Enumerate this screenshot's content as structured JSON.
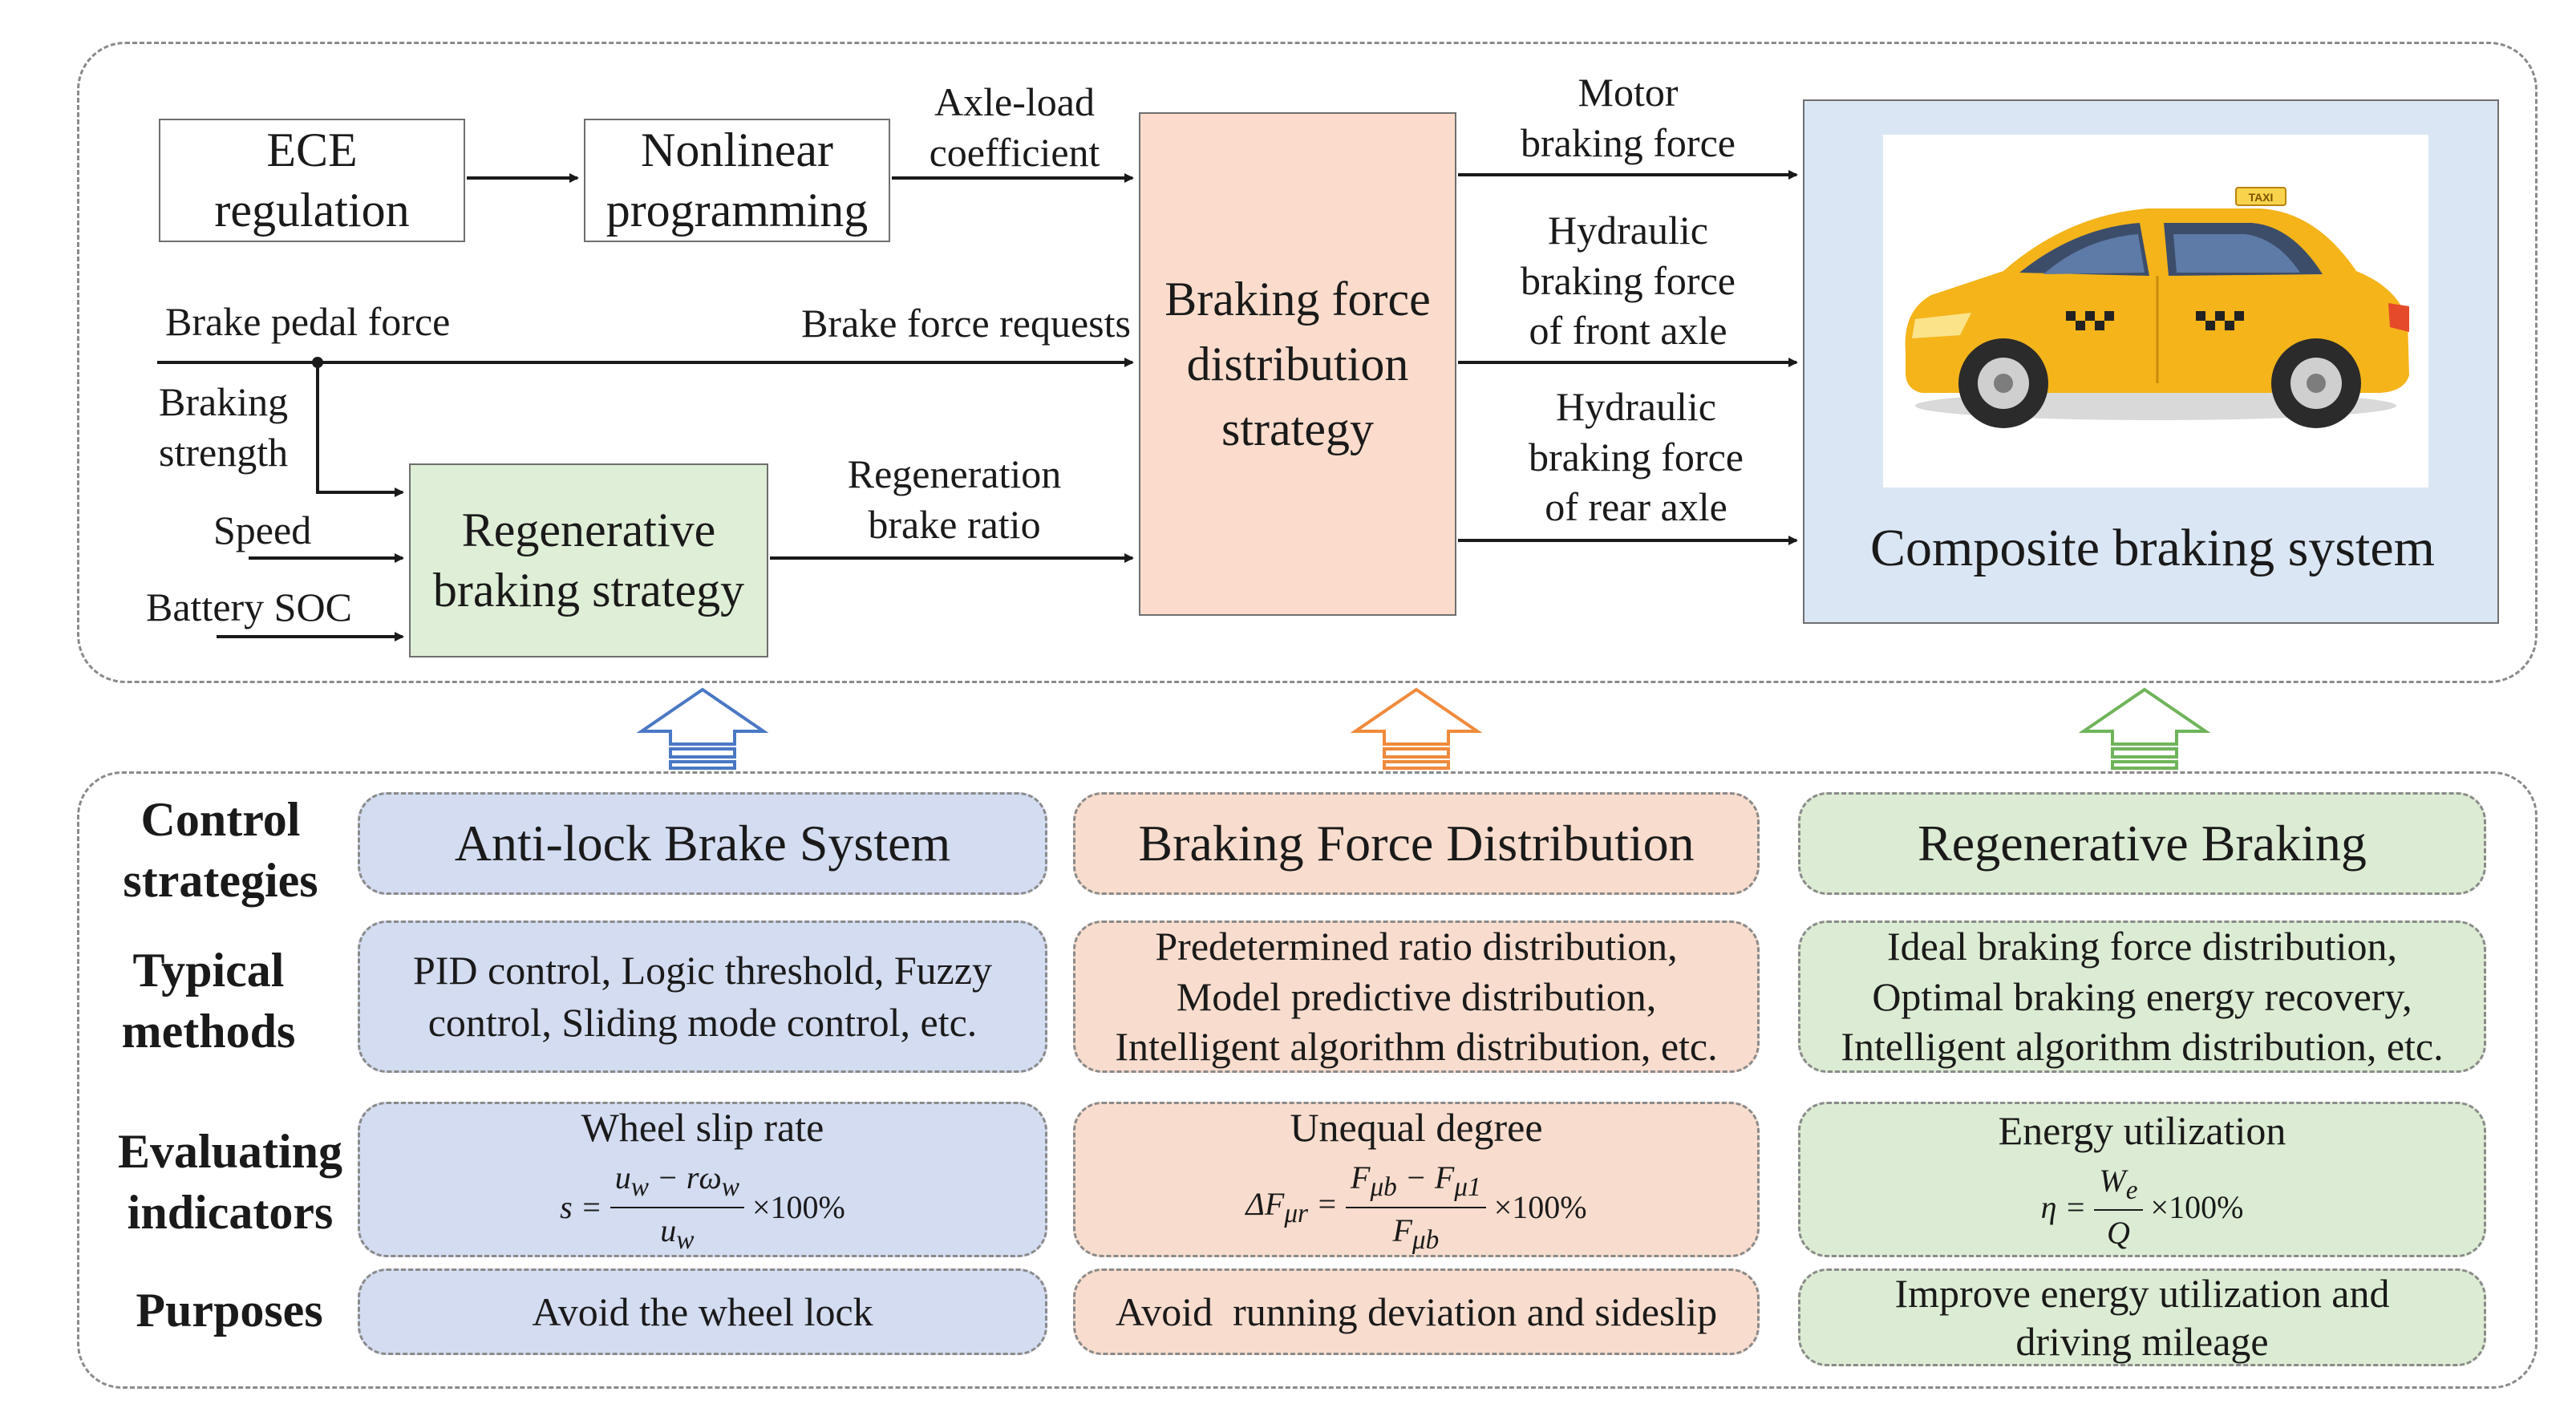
{
  "top": {
    "ece": [
      "ECE",
      "regulation"
    ],
    "nonlinear": [
      "Nonlinear",
      "programming"
    ],
    "axle_load": [
      "Axle-load",
      "coefficient"
    ],
    "brake_pedal": "Brake pedal force",
    "brake_requests": "Brake force requests",
    "braking_strength": [
      "Braking",
      "strength"
    ],
    "speed": "Speed",
    "battery_soc": "Battery SOC",
    "regen_strategy": [
      "Regenerative",
      "braking strategy"
    ],
    "regen_ratio": [
      "Regeneration",
      "brake ratio"
    ],
    "distribution": [
      "Braking force",
      "distribution",
      "strategy"
    ],
    "motor": [
      "Motor",
      "braking force"
    ],
    "hyd_front": [
      "Hydraulic",
      "braking force",
      "of front axle"
    ],
    "hyd_rear": [
      "Hydraulic",
      "braking force",
      "of rear axle"
    ],
    "composite": "Composite braking system",
    "taxi_sign": "TAXI"
  },
  "rows": {
    "control": [
      "Control",
      "strategies"
    ],
    "typical": [
      "Typical",
      "methods"
    ],
    "evaluating": [
      "Evaluating",
      "indicators"
    ],
    "purposes": "Purposes"
  },
  "columns": {
    "abs": {
      "title": "Anti-lock Brake System",
      "methods": [
        "PID control, Logic threshold, Fuzzy",
        "control, Sliding mode control, etc."
      ],
      "indicator": "Wheel slip rate",
      "purpose": "Avoid the wheel lock"
    },
    "bfd": {
      "title": "Braking Force Distribution",
      "methods": [
        "Predetermined ratio distribution,",
        "Model predictive distribution,",
        "Intelligent algorithm distribution, etc."
      ],
      "indicator": "Unequal degree",
      "purpose": "Avoid  running deviation and sideslip"
    },
    "rb": {
      "title": "Regenerative Braking",
      "methods": [
        "Ideal braking force distribution,",
        "Optimal braking energy recovery,",
        "Intelligent algorithm distribution, etc."
      ],
      "indicator": "Energy utilization",
      "purpose": [
        "Improve energy utilization and",
        "driving mileage"
      ]
    }
  },
  "colors": {
    "blue_fill": "#d3dcf0",
    "orange_fill": "#f8dccd",
    "green_fill": "#dcecd4",
    "regen_box": "#dfeed7",
    "distribution_box": "#fbdccc",
    "composite_box": "#dbe6f4",
    "arrow_blue": "#4a78c4",
    "arrow_orange": "#f08a3c",
    "arrow_green": "#6fb45a"
  }
}
